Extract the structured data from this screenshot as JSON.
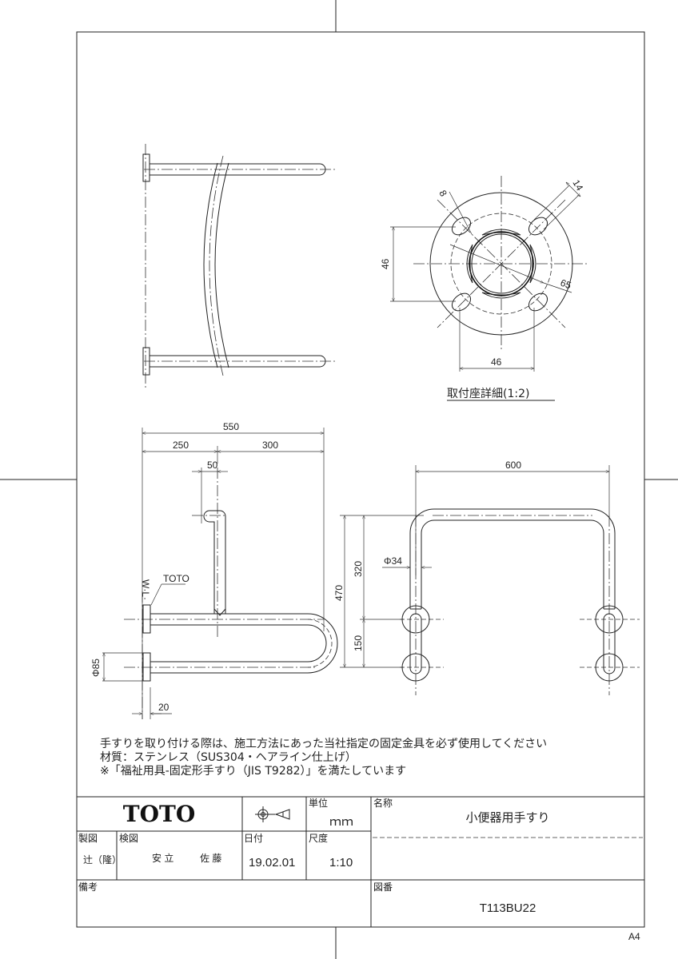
{
  "plan_view": {},
  "detail_view": {
    "dim_slot_width": "8",
    "dim_slot_length": "14",
    "dim_diameter": "65",
    "dim_vertical_pitch": "46",
    "dim_horizontal_pitch": "46",
    "caption": "取付座詳細(1:2)"
  },
  "side_view": {
    "dim_total": "550",
    "dim_left": "250",
    "dim_right": "300",
    "dim_offset": "50",
    "label_brand": "TOTO",
    "dim_plate_diameter": "Φ85",
    "dim_plate_thickness": "20"
  },
  "front_view": {
    "dim_width": "600",
    "dim_total_height": "470",
    "dim_upper_height": "320",
    "dim_lower_height": "150",
    "dim_pipe_diameter": "Φ34"
  },
  "notes": [
    "手すりを取り付ける際は、施工方法にあった当社指定の固定金具を必ず使用してください",
    "材質：ステンレス（SUS304・ヘアライン仕上げ）",
    "※「福祉用具-固定形手すり（JIS T9282）」を満たしています"
  ],
  "title_block": {
    "logo": "TOTO",
    "unit_label": "単位",
    "unit_value": "ｍｍ",
    "name_label": "名称",
    "name_value": "小便器用手すり",
    "drawn_label": "製図",
    "drawn_value": "辻（隆）",
    "checked_label": "検図",
    "checked_value_1": "安 立",
    "checked_value_2": "佐 藤",
    "date_label": "日付",
    "date_value": "19.02.01",
    "scale_label": "尺度",
    "scale_value": "1:10",
    "remarks_label": "備考",
    "drawing_no_label": "図番",
    "drawing_no_value": "T113BU22"
  },
  "paper_size": "A4"
}
